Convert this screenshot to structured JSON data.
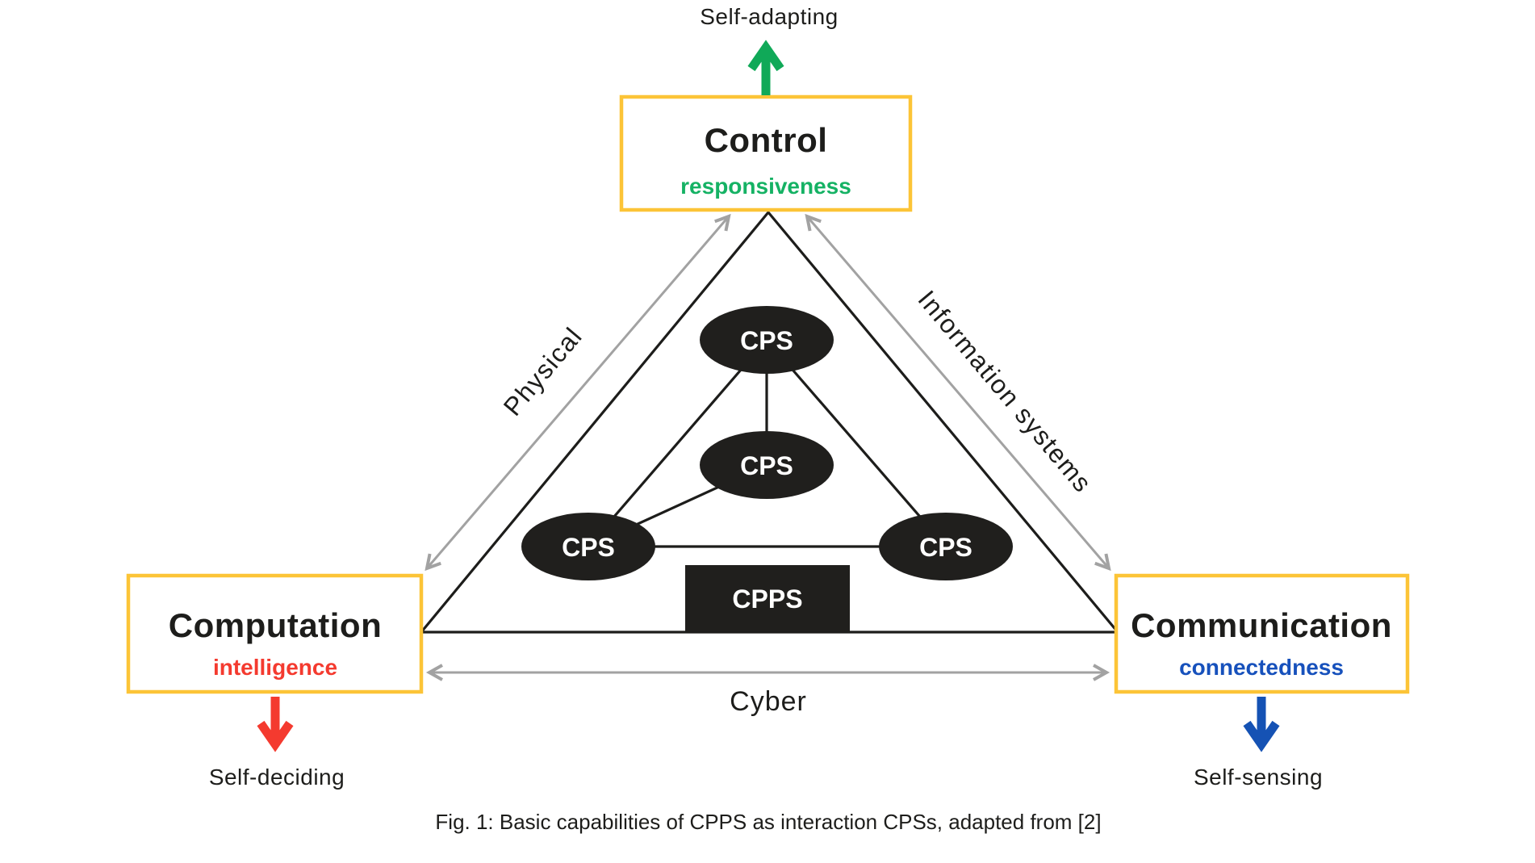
{
  "figure": {
    "caption": "Fig. 1: Basic capabilities of CPPS as interaction CPSs, adapted from [2]"
  },
  "corners": {
    "control": {
      "title": "Control",
      "trait": "responsiveness",
      "capability": "Self-adapting"
    },
    "computation": {
      "title": "Computation",
      "trait": "intelligence",
      "capability": "Self-deciding"
    },
    "communication": {
      "title": "Communication",
      "trait": "connectedness",
      "capability": "Self-sensing"
    }
  },
  "axes": {
    "left": "Physical",
    "right": "Information systems",
    "bottom": "Cyber"
  },
  "network": {
    "nodes": {
      "top": "CPS",
      "middle": "CPS",
      "left": "CPS",
      "right": "CPS",
      "cpps": "CPPS"
    },
    "links": [
      [
        "top",
        "middle"
      ],
      [
        "top",
        "left"
      ],
      [
        "top",
        "right"
      ],
      [
        "middle",
        "left"
      ],
      [
        "left",
        "right"
      ]
    ]
  },
  "colors": {
    "ink": "#1d1d1b",
    "box_border": "#fcc437",
    "gray_arrow": "#a2a2a2",
    "node_fill": "#201f1d",
    "node_text": "#ffffff",
    "green": "#10a958",
    "red": "#f43a2f",
    "blue": "#1552b4",
    "background": "#ffffff"
  }
}
